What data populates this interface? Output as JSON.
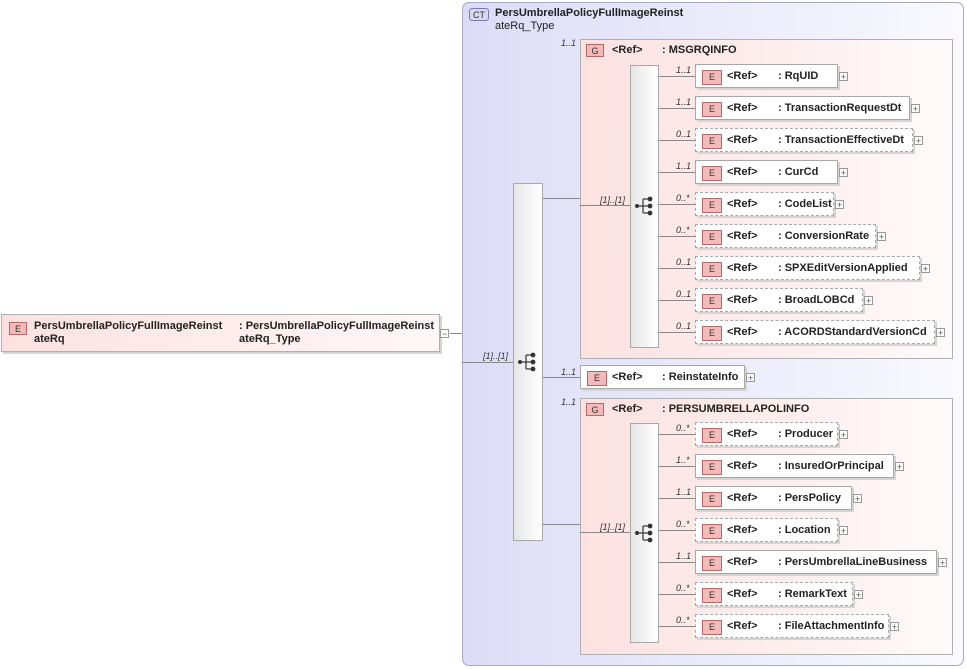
{
  "root": {
    "badge": "E",
    "name_line1": "PersUmbrellaPolicyFullImageReinst",
    "name_line2": "ateRq",
    "type_line1": ": PersUmbrellaPolicyFullImageReinst",
    "type_line2": "ateRq_Type",
    "collapse_symbol": "−"
  },
  "complex_type": {
    "badge": "CT",
    "title_line1": "PersUmbrellaPolicyFullImageReinst",
    "title_line2": "ateRq_Type"
  },
  "main_sequence": {
    "cardinality": "[1]..[1]"
  },
  "groups": [
    {
      "id": "msgrqinfo",
      "badge": "G",
      "ref": "<Ref>",
      "name": ": MSGRQINFO",
      "cardinality": "1..1",
      "sequence_cardinality": "[1]..[1]",
      "elements": [
        {
          "card": "1..1",
          "ref": "<Ref>",
          "name": ": RqUID",
          "optional": false
        },
        {
          "card": "1..1",
          "ref": "<Ref>",
          "name": ": TransactionRequestDt",
          "optional": false
        },
        {
          "card": "0..1",
          "ref": "<Ref>",
          "name": ": TransactionEffectiveDt",
          "optional": true
        },
        {
          "card": "1..1",
          "ref": "<Ref>",
          "name": ": CurCd",
          "optional": false
        },
        {
          "card": "0..*",
          "ref": "<Ref>",
          "name": ": CodeList",
          "optional": true
        },
        {
          "card": "0..*",
          "ref": "<Ref>",
          "name": ": ConversionRate",
          "optional": true
        },
        {
          "card": "0..1",
          "ref": "<Ref>",
          "name": ": SPXEditVersionApplied",
          "optional": true
        },
        {
          "card": "0..1",
          "ref": "<Ref>",
          "name": ": BroadLOBCd",
          "optional": true
        },
        {
          "card": "0..1",
          "ref": "<Ref>",
          "name": ": ACORDStandardVersionCd",
          "optional": true
        }
      ]
    },
    {
      "id": "persumbrellapolinfo",
      "badge": "G",
      "ref": "<Ref>",
      "name": ": PERSUMBRELLAPOLINFO",
      "cardinality": "1..1",
      "sequence_cardinality": "[1]..[1]",
      "elements": [
        {
          "card": "0..*",
          "ref": "<Ref>",
          "name": ": Producer",
          "optional": true
        },
        {
          "card": "1..*",
          "ref": "<Ref>",
          "name": ": InsuredOrPrincipal",
          "optional": false
        },
        {
          "card": "1..1",
          "ref": "<Ref>",
          "name": ": PersPolicy",
          "optional": false
        },
        {
          "card": "0..*",
          "ref": "<Ref>",
          "name": ": Location",
          "optional": true
        },
        {
          "card": "1..1",
          "ref": "<Ref>",
          "name": ": PersUmbrellaLineBusiness",
          "optional": false
        },
        {
          "card": "0..*",
          "ref": "<Ref>",
          "name": ": RemarkText",
          "optional": true
        },
        {
          "card": "0..*",
          "ref": "<Ref>",
          "name": ": FileAttachmentInfo",
          "optional": true
        }
      ]
    }
  ],
  "reinstate": {
    "badge": "E",
    "card": "1..1",
    "ref": "<Ref>",
    "name": ": ReinstateInfo"
  },
  "plus_symbol": "+",
  "element_badge": "E"
}
